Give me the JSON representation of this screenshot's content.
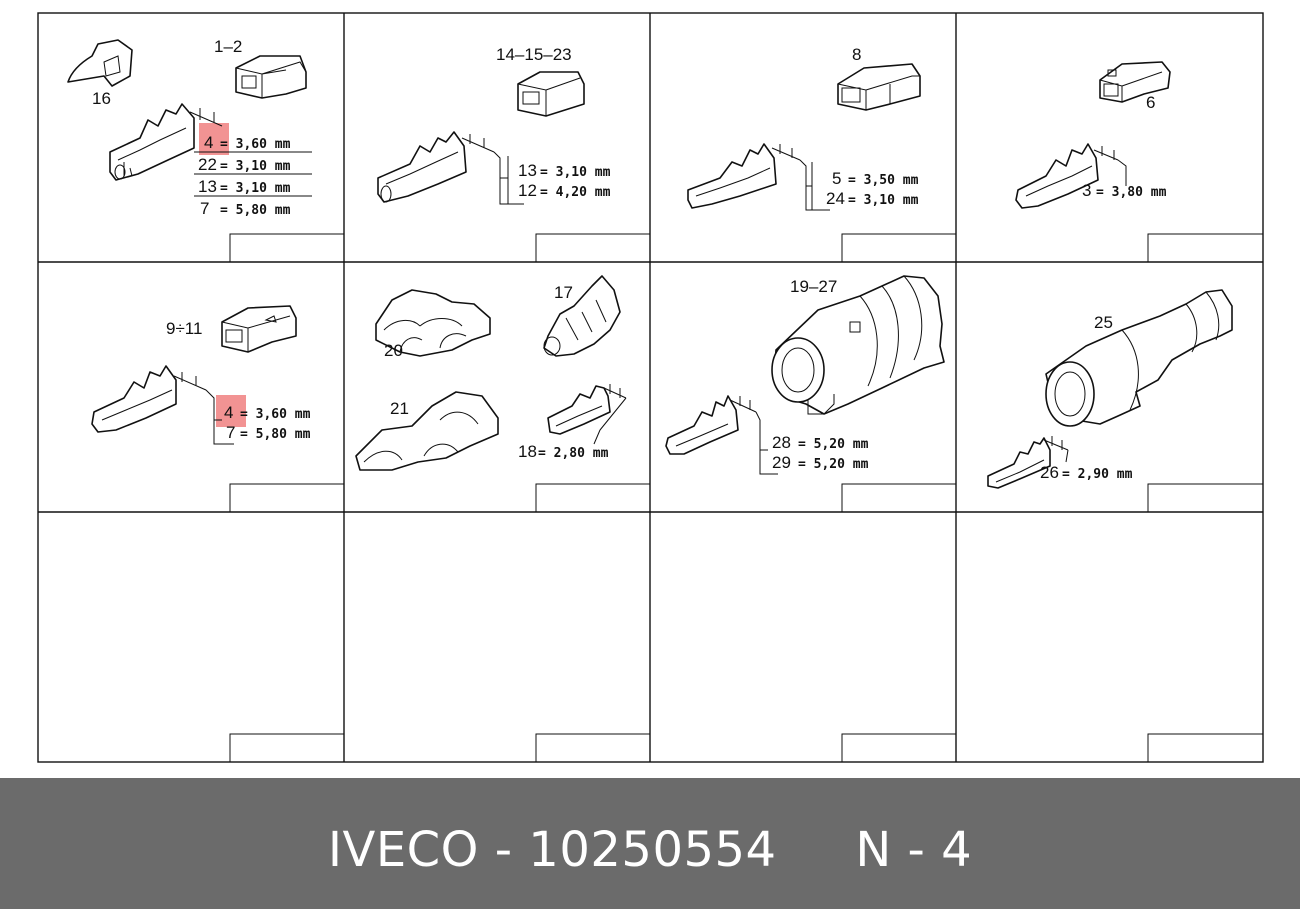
{
  "diagram": {
    "highlight_color": "#f08080",
    "panel1": {
      "labels": [
        "16",
        "1–2"
      ],
      "dims": [
        {
          "num": "4",
          "value": "= 3,60 mm"
        },
        {
          "num": "22",
          "value": "= 3,10 mm"
        },
        {
          "num": "13",
          "value": "= 3,10 mm"
        },
        {
          "num": "7",
          "value": "= 5,80 mm"
        }
      ]
    },
    "panel2": {
      "labels": [
        "14–15–23"
      ],
      "dims": [
        {
          "num": "13",
          "value": "= 3,10 mm"
        },
        {
          "num": "12",
          "value": "= 4,20 mm"
        }
      ]
    },
    "panel3": {
      "labels": [
        "8"
      ],
      "dims": [
        {
          "num": "5",
          "value": "= 3,50 mm"
        },
        {
          "num": "24",
          "value": "= 3,10 mm"
        }
      ]
    },
    "panel4": {
      "labels": [
        "6"
      ],
      "dims": [
        {
          "num": "3",
          "value": "= 3,80 mm"
        }
      ]
    },
    "panel5": {
      "labels": [
        "9÷11"
      ],
      "dims": [
        {
          "num": "4",
          "value": "= 3,60 mm"
        },
        {
          "num": "7",
          "value": "= 5,80 mm"
        }
      ]
    },
    "panel6": {
      "labels": [
        "20",
        "21",
        "17"
      ],
      "dims": [
        {
          "num": "18",
          "value": "= 2,80 mm"
        }
      ]
    },
    "panel7": {
      "labels": [
        "19–27"
      ],
      "dims": [
        {
          "num": "28",
          "value": "= 5,20 mm"
        },
        {
          "num": "29",
          "value": "= 5,20 mm"
        }
      ]
    },
    "panel8": {
      "labels": [
        "25"
      ],
      "dims": [
        {
          "num": "26",
          "value": "= 2,90 mm"
        }
      ]
    }
  },
  "footer": {
    "text": "IVECO - 10250554     N - 4",
    "background": "#6b6b6b",
    "color": "#ffffff"
  }
}
